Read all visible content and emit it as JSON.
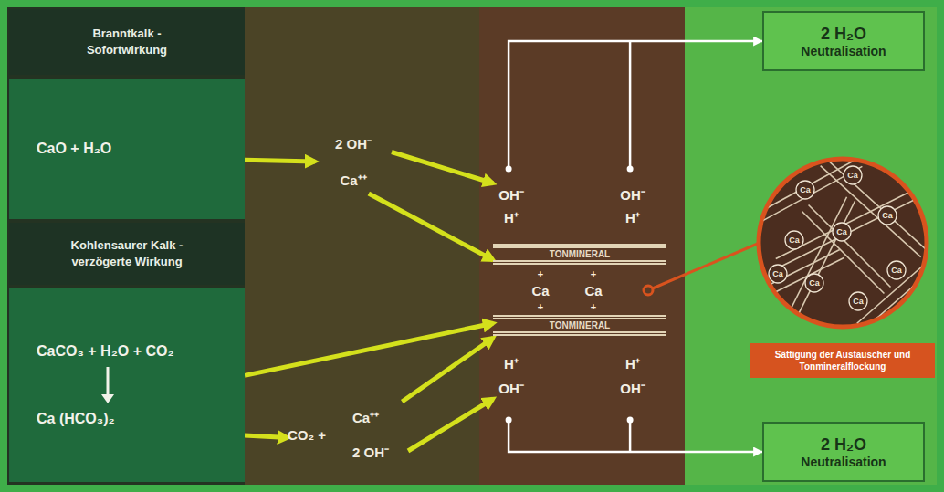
{
  "diagram": {
    "nodes": [
      {
        "text": [
          "Branntkalk - Sofortwirkung"
        ]
      },
      {
        "text": [
          "CaO + H₂O"
        ]
      },
      {
        "text": [
          "Kohlensaurer Kalk - verzögerte Wirkung"
        ]
      },
      {
        "text": [
          "CaCO₃ + H₂O + CO₂",
          "Ca (HCO₃)₂"
        ]
      },
      {
        "text": [
          "2 OH⁻",
          "Ca⁺⁺"
        ]
      },
      {
        "text": [
          "CO₂ +",
          "Ca⁺⁺",
          "2 OH⁻"
        ]
      },
      {
        "text": [
          "TONMINERAL"
        ]
      },
      {
        "text": [
          "TONMINERAL"
        ]
      },
      {
        "text": [
          "2 H₂O",
          "Neutralisation"
        ]
      },
      {
        "text": [
          "2 H₂O",
          "Neutralisation"
        ]
      },
      {
        "text": [
          "Sättigung der Austauscher und Tonmineralflockung"
        ]
      }
    ],
    "edges": [
      {
        "from": 1,
        "to": 4,
        "arrow": "to"
      },
      {
        "from": 3,
        "to": 5,
        "arrow": "to"
      },
      {
        "from": 4,
        "to": 6,
        "arrow": "to"
      },
      {
        "from": 4,
        "to": 6,
        "arrow": "to"
      },
      {
        "from": 3,
        "to": 7,
        "arrow": "to"
      },
      {
        "from": 5,
        "to": 7,
        "arrow": "to"
      },
      {
        "from": 5,
        "to": 7,
        "arrow": "to"
      },
      {
        "from": 6,
        "to": 8,
        "arrow": "to"
      },
      {
        "from": 7,
        "to": 9,
        "arrow": "to"
      }
    ],
    "labels": [
      "OH⁻",
      "OH⁻",
      "H⁺",
      "H⁺",
      "+",
      "+",
      "Ca",
      "Ca",
      "+",
      "+",
      "H⁺",
      "H⁺",
      "OH⁻",
      "OH⁻",
      "Ca",
      "Ca",
      "Ca",
      "Ca",
      "Ca",
      "Ca",
      "Ca",
      "Ca",
      "Ca"
    ]
  }
}
